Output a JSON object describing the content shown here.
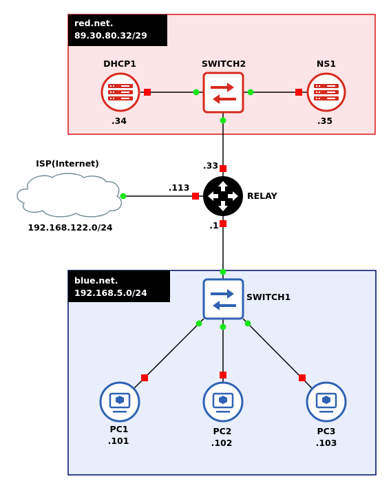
{
  "zones": {
    "red": {
      "name": "red.net.",
      "subnet": "89.30.80.32/29",
      "fill": "#fde4e6",
      "stroke": "#e02020"
    },
    "blue": {
      "name": "blue.net.",
      "subnet": "192.168.5.0/24",
      "fill": "#e8eefc",
      "stroke": "#0a1a6e"
    }
  },
  "nodes": {
    "dhcp1": {
      "name": "DHCP1",
      "ip": ".34"
    },
    "switch2": {
      "name": "SWITCH2"
    },
    "ns1": {
      "name": "NS1",
      "ip": ".35"
    },
    "relay": {
      "name": "RELAY",
      "ip_top": ".33",
      "ip_left": ".113",
      "ip_bottom": ".1"
    },
    "isp": {
      "name": "ISP(Internet)",
      "subnet": "192.168.122.0/24"
    },
    "switch1": {
      "name": "SWITCH1"
    },
    "pc1": {
      "name": "PC1",
      "ip": ".101"
    },
    "pc2": {
      "name": "PC2",
      "ip": ".102"
    },
    "pc3": {
      "name": "PC3",
      "ip": ".103"
    }
  },
  "colors": {
    "red_device": "#d62a1e",
    "blue_device": "#2f62b3",
    "port_green": "#19e619",
    "port_red": "#ff0000",
    "link": "#000000"
  }
}
